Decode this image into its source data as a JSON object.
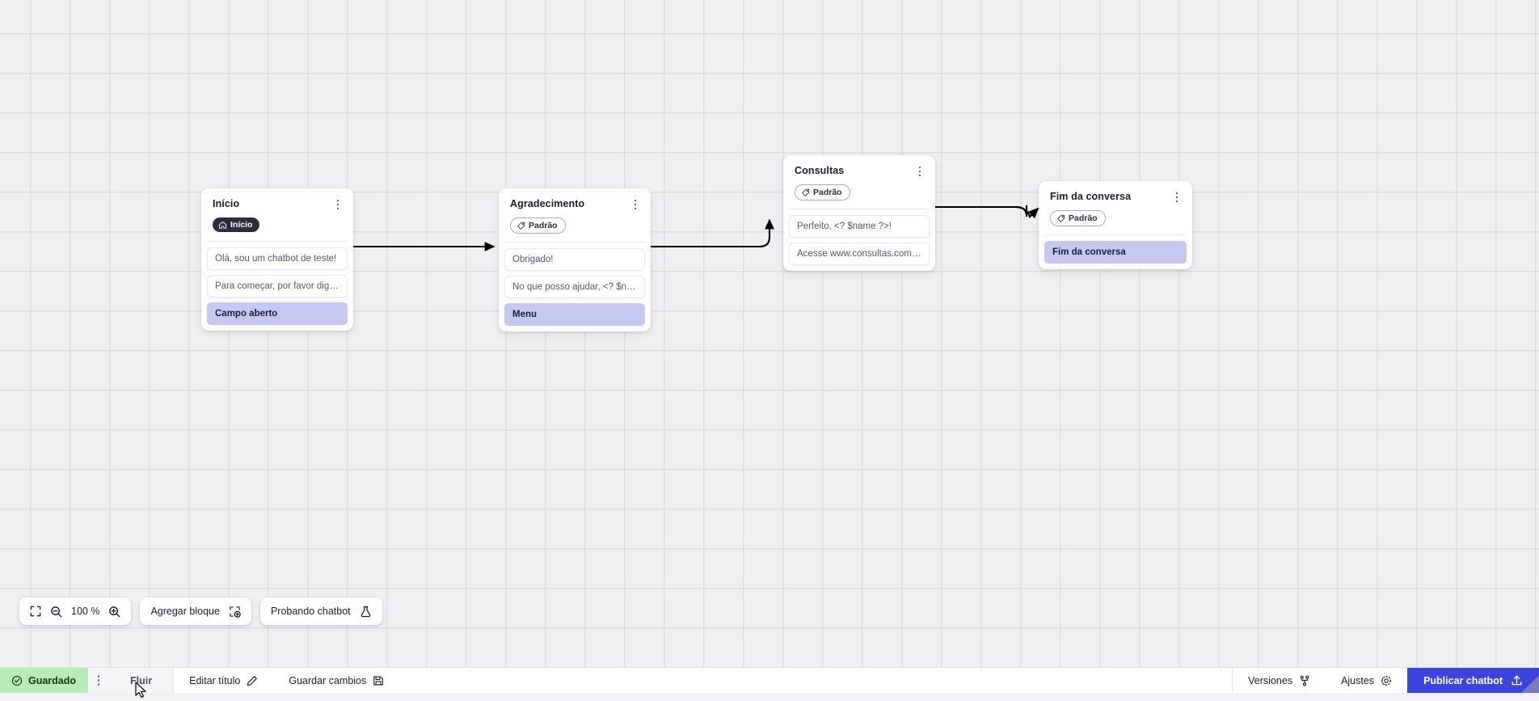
{
  "canvas": {
    "nodes": [
      {
        "id": "inicio",
        "title": "Início",
        "badge": {
          "label": "Início",
          "icon": "home-icon",
          "style": "dark"
        },
        "messages": [
          "Olá, sou um chatbot de teste!",
          "Para começar, por favor digite o ..."
        ],
        "action": "Campo aberto"
      },
      {
        "id": "agradecimento",
        "title": "Agradecimento",
        "badge": {
          "label": "Padrão",
          "icon": "tag-icon",
          "style": "outline"
        },
        "messages": [
          "Obrigado!",
          "No que posso ajudar, <? $name ..."
        ],
        "action": "Menu"
      },
      {
        "id": "consultas",
        "title": "Consultas",
        "badge": {
          "label": "Padrão",
          "icon": "tag-icon",
          "style": "outline"
        },
        "messages": [
          "Perfeito, <? $name ?>!",
          "Acesse www.consultas.com par..."
        ],
        "action": null
      },
      {
        "id": "fim-da-conversa",
        "title": "Fim da conversa",
        "badge": {
          "label": "Padrão",
          "icon": "tag-icon",
          "style": "outline"
        },
        "messages": [],
        "action": "Fim da conversa"
      }
    ]
  },
  "toolbar": {
    "fit_icon": "fit-screen-icon",
    "zoom_out_icon": "zoom-out-icon",
    "zoom_level": "100 %",
    "zoom_in_icon": "zoom-in-icon",
    "add_block_label": "Agregar bloque",
    "add_block_icon": "add-block-icon",
    "test_chatbot_label": "Probando chatbot",
    "test_chatbot_icon": "flask-icon"
  },
  "statusbar": {
    "saved_label": "Guardado",
    "saved_icon": "check-circle-icon",
    "menu_icon": "kebab-menu-icon",
    "tab_label": "Fluir",
    "edit_title_label": "Editar título",
    "edit_title_icon": "pencil-icon",
    "save_changes_label": "Guardar cambios",
    "save_changes_icon": "save-disk-icon",
    "versions_label": "Versiones",
    "versions_icon": "branch-icon",
    "settings_label": "Ajustes",
    "settings_icon": "gear-icon",
    "publish_label": "Publicar chatbot",
    "publish_icon": "upload-icon"
  },
  "colors": {
    "accent": "#3b44dd",
    "action_block": "#c6c8f2",
    "saved_green": "#b6ecb6",
    "dark_badge": "#2c2c3f",
    "canvas_bg": "#f0f0f2"
  }
}
